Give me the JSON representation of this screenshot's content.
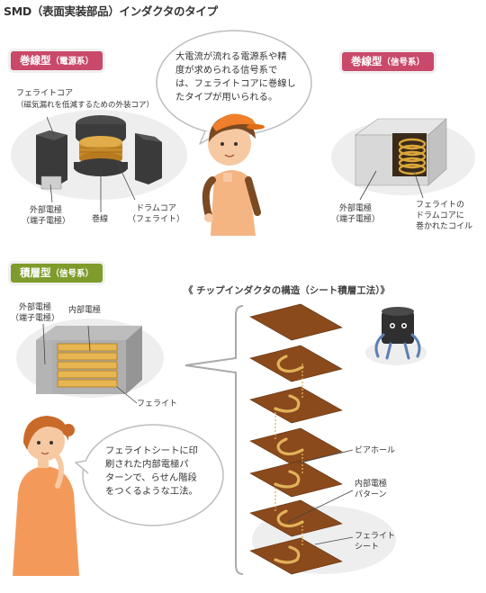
{
  "title": "SMD（表面実装部品）インダクタのタイプ",
  "tags": {
    "power": {
      "main": "巻線型",
      "sub": "（電源系）"
    },
    "signal": {
      "main": "巻線型",
      "sub": "（信号系）"
    },
    "multilayer": {
      "main": "積層型",
      "sub": "（信号系）"
    }
  },
  "bubble_top": [
    "大電流が流れる電源系や精",
    "度が求められる信号系で",
    "は、フェライトコアに巻線し",
    "たタイプが用いられる。"
  ],
  "bubble_bottom": [
    "フェライトシートに印",
    "刷された内部電極パ",
    "ターンで、らせん階段",
    "をつくるような工法。"
  ],
  "labels_power": {
    "ferrite_core": "フェライトコア",
    "ferrite_core_note": "（磁気漏れを低減するための外装コア）",
    "ext_electrode": [
      "外部電極",
      "（端子電極）"
    ],
    "winding": "巻線",
    "drum_core": [
      "ドラムコア",
      "（フェライト）"
    ]
  },
  "labels_signal": {
    "ext_electrode": [
      "外部電極",
      "（端子電極）"
    ],
    "coil": [
      "フェライトの",
      "ドラムコアに",
      "巻かれたコイル"
    ]
  },
  "labels_multilayer": {
    "ext_electrode": [
      "外部電極",
      "（端子電極）"
    ],
    "int_electrode": "内部電極",
    "ferrite": "フェライト"
  },
  "structure": {
    "heading": "《 チップインダクタの構造（シート積層工法）》",
    "via_hole": "ビアホール",
    "int_pattern": [
      "内部電極",
      "パターン"
    ],
    "ferrite_sheet": [
      "フェライト",
      "シート"
    ]
  },
  "colors": {
    "pink_tag": "#c9496a",
    "green_tag": "#7f9b2b",
    "sheet_brown": "#8a4a1c",
    "gold": "#d9a63a",
    "skin": "#f6c9a2"
  }
}
